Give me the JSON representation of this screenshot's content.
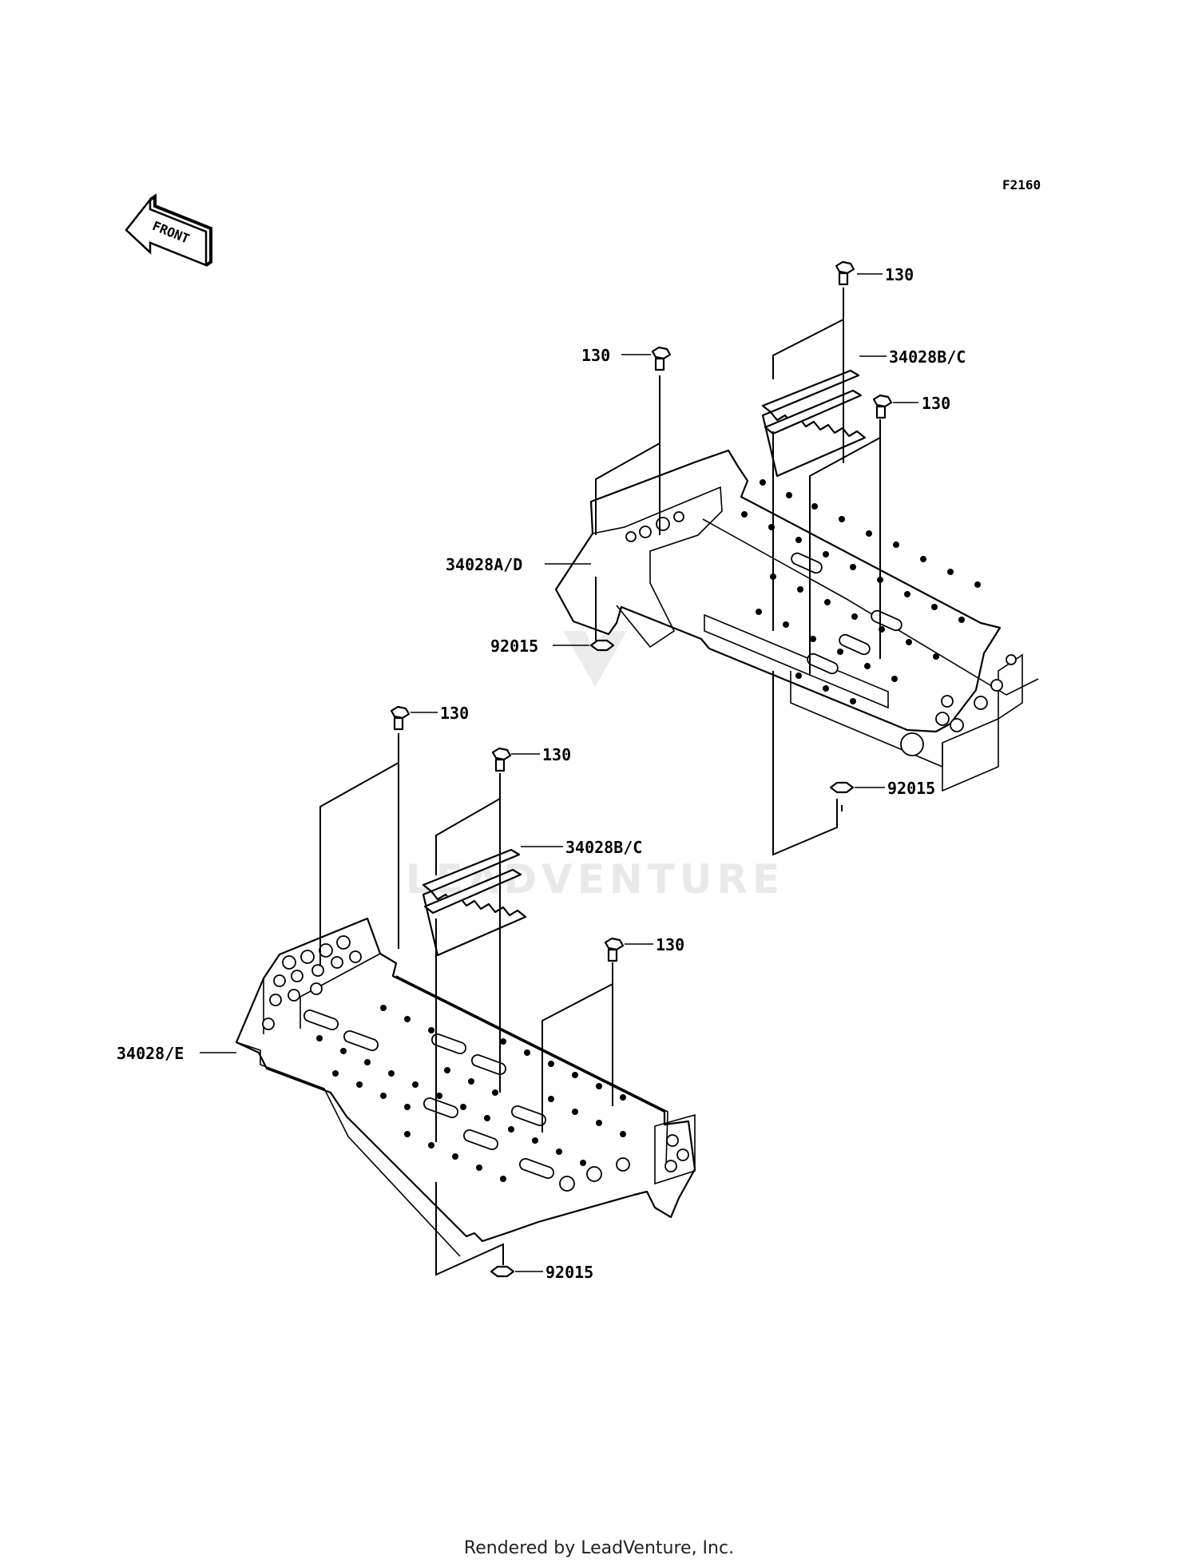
{
  "figure_code": "F2160",
  "front_arrow": {
    "text": "FRONT"
  },
  "watermark": {
    "text": "LEADVENTURE"
  },
  "footer": {
    "text": "Rendered by LeadVenture, Inc."
  },
  "callouts": {
    "bolt_top_right_a": "130",
    "bolt_top_right_b": "130",
    "bolt_top_mid": "130",
    "plate_top": "34028B/C",
    "step_right": "34028A/D",
    "nut_right_front": "92015",
    "nut_right_rear": "92015",
    "bolt_left_a": "130",
    "bolt_left_b": "130",
    "bolt_left_c": "130",
    "plate_left": "34028B/C",
    "step_left": "34028/E",
    "nut_left": "92015"
  }
}
